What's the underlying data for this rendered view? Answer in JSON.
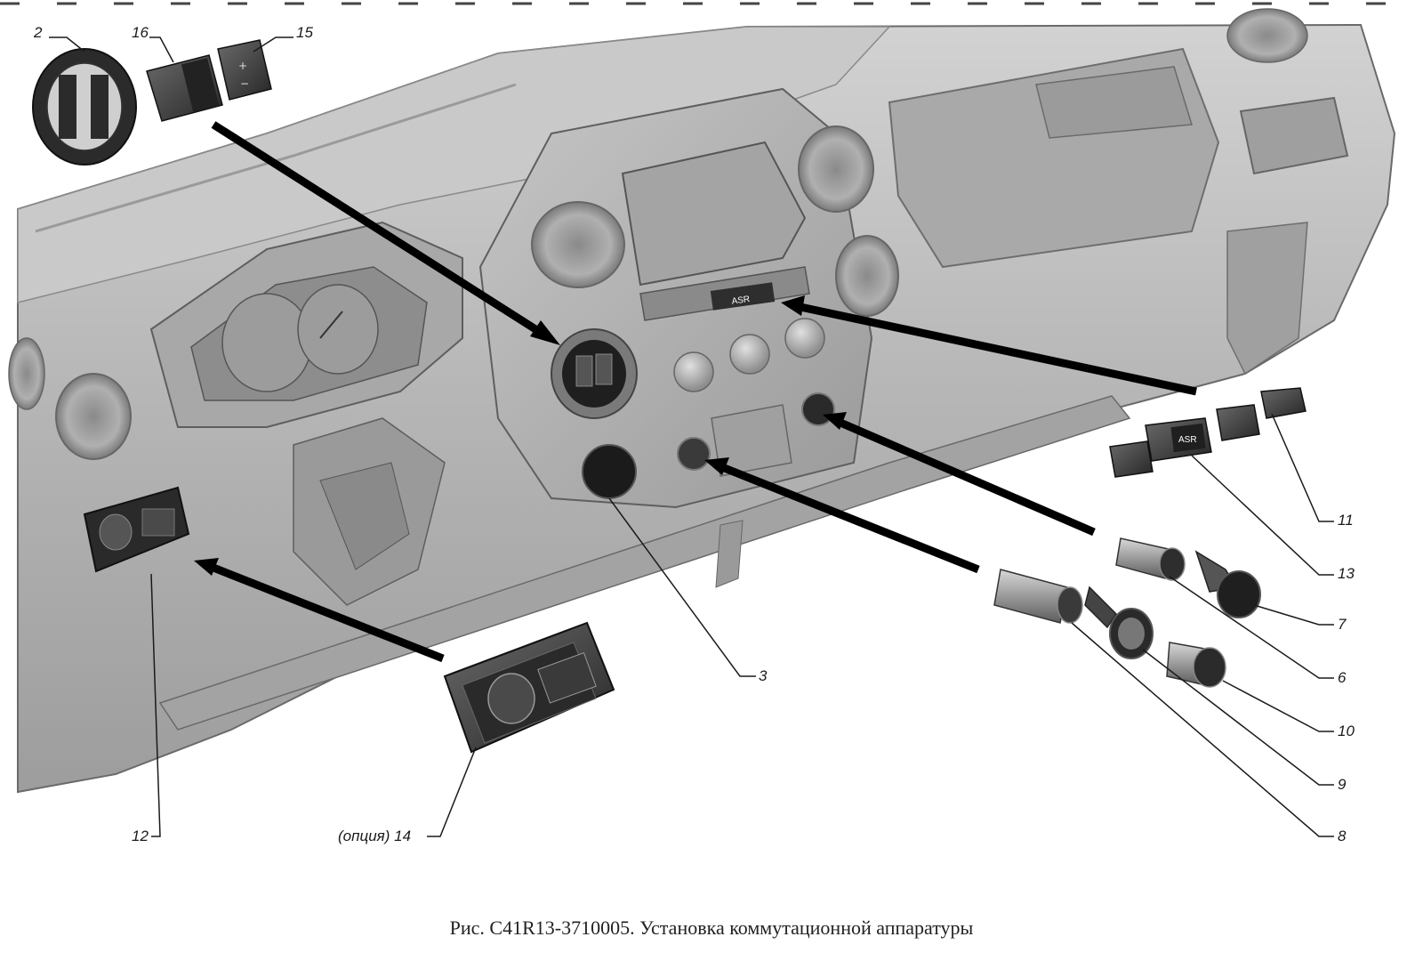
{
  "caption": "Рис. С41R13-3710005. Установка коммутационной аппаратуры",
  "callouts": {
    "c1": "2",
    "c2": "16",
    "c3": "15",
    "c4": "11",
    "c5": "13",
    "c6": "7",
    "c7": "6",
    "c8": "10",
    "c9": "9",
    "c10": "8",
    "c11": "3",
    "c12": "12",
    "c13": "(опция) 14"
  },
  "part_labels": {
    "asr_button": "ASR"
  },
  "colors": {
    "dashboard": "#b9b9b9",
    "dashboard_dark": "#8e8e8e",
    "part": "#3a3a3a",
    "arrow": "#000000"
  }
}
